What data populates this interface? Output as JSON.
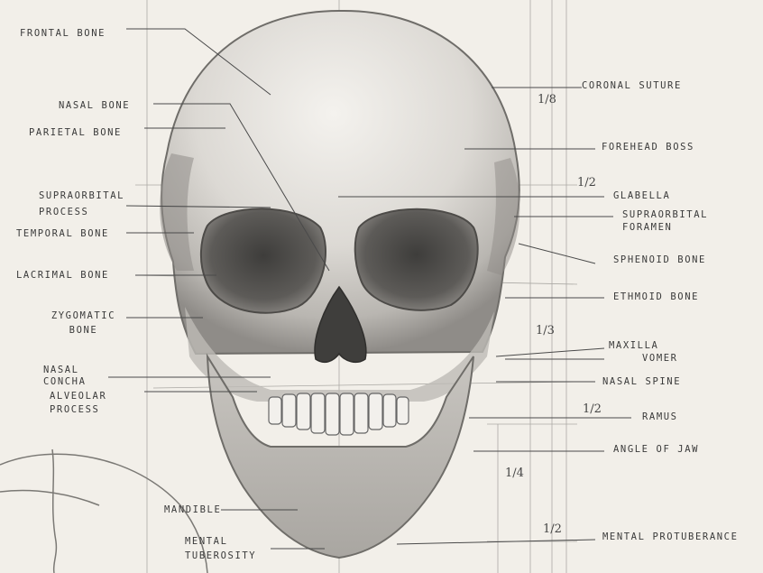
{
  "labels": {
    "frontal_bone": "FRONTAL BONE",
    "nasal_bone": "NASAL BONE",
    "parietal_bone": "PARIETAL BONE",
    "supraorbital_process": "SUPRAORBITAL PROCESS",
    "temporal_bone": "TEMPORAL BONE",
    "lacrimal_bone": "LACRIMAL BONE",
    "zygomatic_bone": "ZYGOMATIC BONE",
    "nasal_concha": "NASAL CONCHA",
    "alveolar_process": "ALVEOLAR PROCESS",
    "mandible": "MANDIBLE",
    "mental_tuberosity": "MENTAL TUBEROSITY",
    "coronal_suture": "CORONAL SUTURE",
    "forehead_boss": "FOREHEAD BOSS",
    "glabella": "GLABELLA",
    "supraorbital_foramen": "SUPRAORBITAL FORAMEN",
    "sphenoid_bone": "SPHENOID BONE",
    "ethmoid_bone": "ETHMOID BONE",
    "maxilla": "MAXILLA",
    "vomer": "VOMER",
    "nasal_spine": "NASAL SPINE",
    "ramus": "RAMUS",
    "angle_of_jaw": "ANGLE OF JAW",
    "mental_protuberance": "MENTAL PROTUBERANCE"
  },
  "fractions": {
    "one_eighth": "1/8",
    "half_a": "1/2",
    "one_third": "1/3",
    "half_b": "1/2",
    "one_fourth": "1/4",
    "half_c": "1/2"
  }
}
